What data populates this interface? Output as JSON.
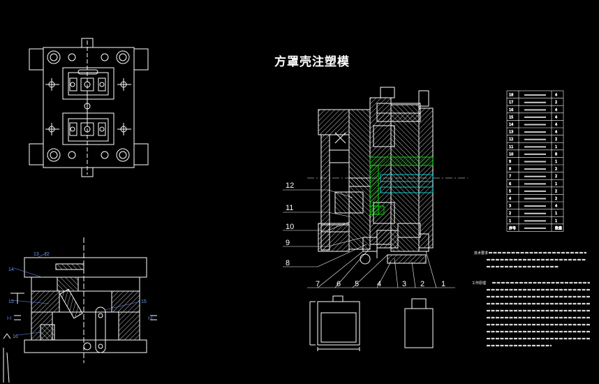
{
  "drawing": {
    "title": "方罩壳注塑模",
    "side_callouts": [
      "12",
      "11",
      "10",
      "9",
      "8"
    ],
    "bottom_callouts": [
      "7",
      "6",
      "5",
      "4",
      "3",
      "2",
      "1"
    ],
    "section_labels": [
      "13",
      "14",
      "15",
      "16",
      "12",
      "I-I",
      "I-I"
    ]
  },
  "parts_table": {
    "numbers": [
      "18",
      "17",
      "16",
      "15",
      "14",
      "13",
      "12",
      "11",
      "10",
      "9",
      "8",
      "7",
      "6",
      "5",
      "4",
      "3",
      "2",
      "1"
    ],
    "qty": [
      "4",
      "2",
      "4",
      "4",
      "4",
      "4",
      "2",
      "1",
      "8",
      "1",
      "2",
      "2",
      "1",
      "2",
      "2",
      "4",
      "1",
      "1"
    ],
    "header": [
      "序号",
      "名称",
      "数量"
    ]
  },
  "notes": {
    "label_tech": "技术要求",
    "label_work": "工作原理"
  },
  "colors": {
    "line": "#ffffff",
    "hatch": "#ffffff",
    "cyan": "#00ffff",
    "green": "#00ff00",
    "blue": "#4a72ff",
    "red": "#ff3030"
  }
}
